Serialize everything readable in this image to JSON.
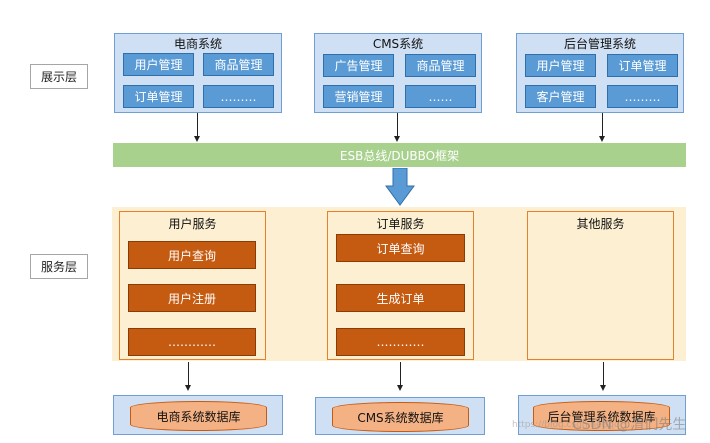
{
  "layers": {
    "presentation": "展示层",
    "service": "服务层"
  },
  "systems": [
    {
      "title": "电商系统",
      "modules": [
        "用户管理",
        "商品管理",
        "订单管理",
        "………"
      ]
    },
    {
      "title": "CMS系统",
      "modules": [
        "广告管理",
        "商品管理",
        "营销管理",
        "……"
      ]
    },
    {
      "title": "后台管理系统",
      "modules": [
        "用户管理",
        "订单管理",
        "客户管理",
        "………"
      ]
    }
  ],
  "bus": {
    "label": "ESB总线/DUBBO框架"
  },
  "services": [
    {
      "title": "用户服务",
      "items": [
        "用户查询",
        "用户注册",
        "…………"
      ]
    },
    {
      "title": "订单服务",
      "items": [
        "订单查询",
        "生成订单",
        "…………"
      ]
    },
    {
      "title": "其他服务",
      "items": []
    }
  ],
  "databases": [
    "电商系统数据库",
    "CMS系统数据库",
    "后台管理系统数据库"
  ],
  "watermark": {
    "text": "CSDN @清们先生",
    "url": "https://blog.csdn.net/qq_..."
  },
  "colors": {
    "system_fill": "#cfe0f4",
    "module_fill": "#5b9bd5",
    "bus_fill": "#a9d18e",
    "service_band": "#fdf0d2",
    "service_item": "#c55a11",
    "db_cylinder": "#f4b183",
    "down_arrow": "#5b9bd5"
  }
}
